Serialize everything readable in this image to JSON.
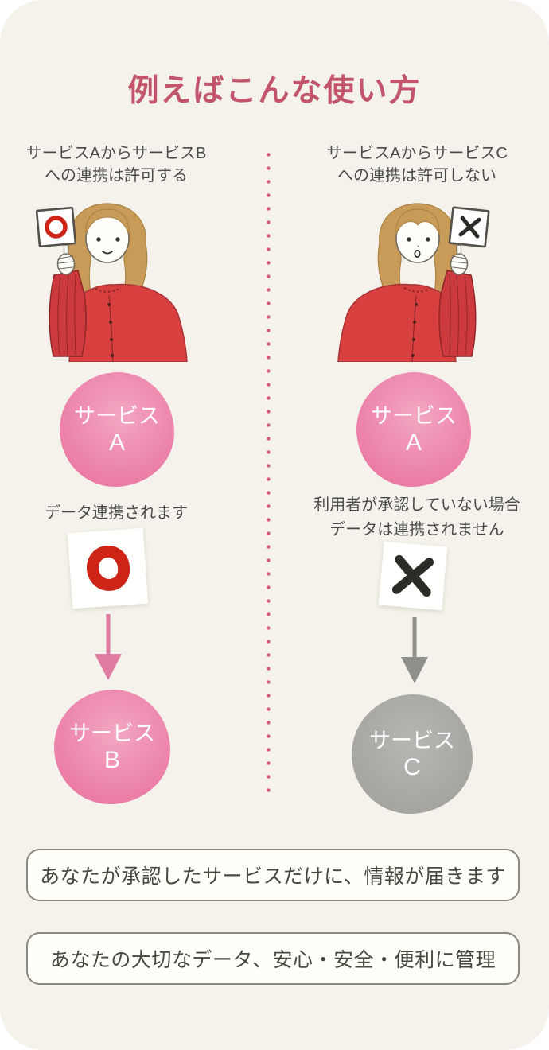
{
  "title": "例えばこんな使い方",
  "left": {
    "header_line1": "サービスAからサービスB",
    "header_line2": "への連携は許可する",
    "source_circle_line1": "サービス",
    "source_circle_line2": "A",
    "caption": "データ連携されます",
    "target_circle_line1": "サービス",
    "target_circle_line2": "B"
  },
  "right": {
    "header_line1": "サービスAからサービスC",
    "header_line2": "への連携は許可しない",
    "source_circle_line1": "サービス",
    "source_circle_line2": "A",
    "caption_line1": "利用者が承認していない場合",
    "caption_line2": "データは連携されません",
    "target_circle_line1": "サービス",
    "target_circle_line2": "C"
  },
  "notes": {
    "note1": "あなたが承認したサービスだけに、情報が届きます",
    "note2": "あなたの大切なデータ、安心・安全・便利に管理"
  },
  "icons": {
    "left_illustration": "woman-holding-o-sign",
    "right_illustration": "woman-holding-x-sign",
    "left_mark": "o-circle-mark",
    "right_mark": "x-cross-mark",
    "left_arrow": "down-arrow-pink",
    "right_arrow": "down-arrow-gray",
    "divider": "vertical-dotted-line"
  },
  "colors": {
    "background": "#f4f2ea",
    "title": "#c2556b",
    "body_text": "#4b4b45",
    "pink_circle": "#ee87af",
    "gray_circle": "#a9a8a5",
    "pink_arrow": "#e07ca4",
    "gray_arrow": "#8f8f8c",
    "divider_dot": "#d65c79",
    "o_mark": "#ce2418",
    "x_mark": "#2b2b28"
  }
}
